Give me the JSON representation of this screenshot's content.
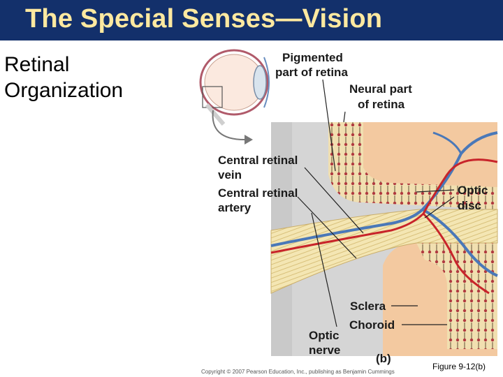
{
  "title": "The Special Senses—Vision",
  "subtitle_lines": [
    "Retinal",
    "Organization"
  ],
  "labels": {
    "pigmented_1": "Pigmented",
    "pigmented_2": "part of retina",
    "neural_1": "Neural part",
    "neural_2": "of retina",
    "vein_1": "Central retinal",
    "vein_2": "vein",
    "artery_1": "Central retinal",
    "artery_2": "artery",
    "optic_disc_1": "Optic",
    "optic_disc_2": "disc",
    "sclera": "Sclera",
    "choroid": "Choroid",
    "optic_nerve_1": "Optic",
    "optic_nerve_2": "nerve",
    "panel": "(b)"
  },
  "copyright": "Copyright © 2007 Pearson Education, Inc., publishing as Benjamin Cummings",
  "figure_ref": "Figure 9-12(b)",
  "colors": {
    "title_bar": "#13306b",
    "title_text": "#ffe9a0",
    "vein": "#4a78b8",
    "artery": "#c8242a",
    "background_tissue": "#f3c9a0",
    "nerve_fibers": "#f4e6b3"
  }
}
